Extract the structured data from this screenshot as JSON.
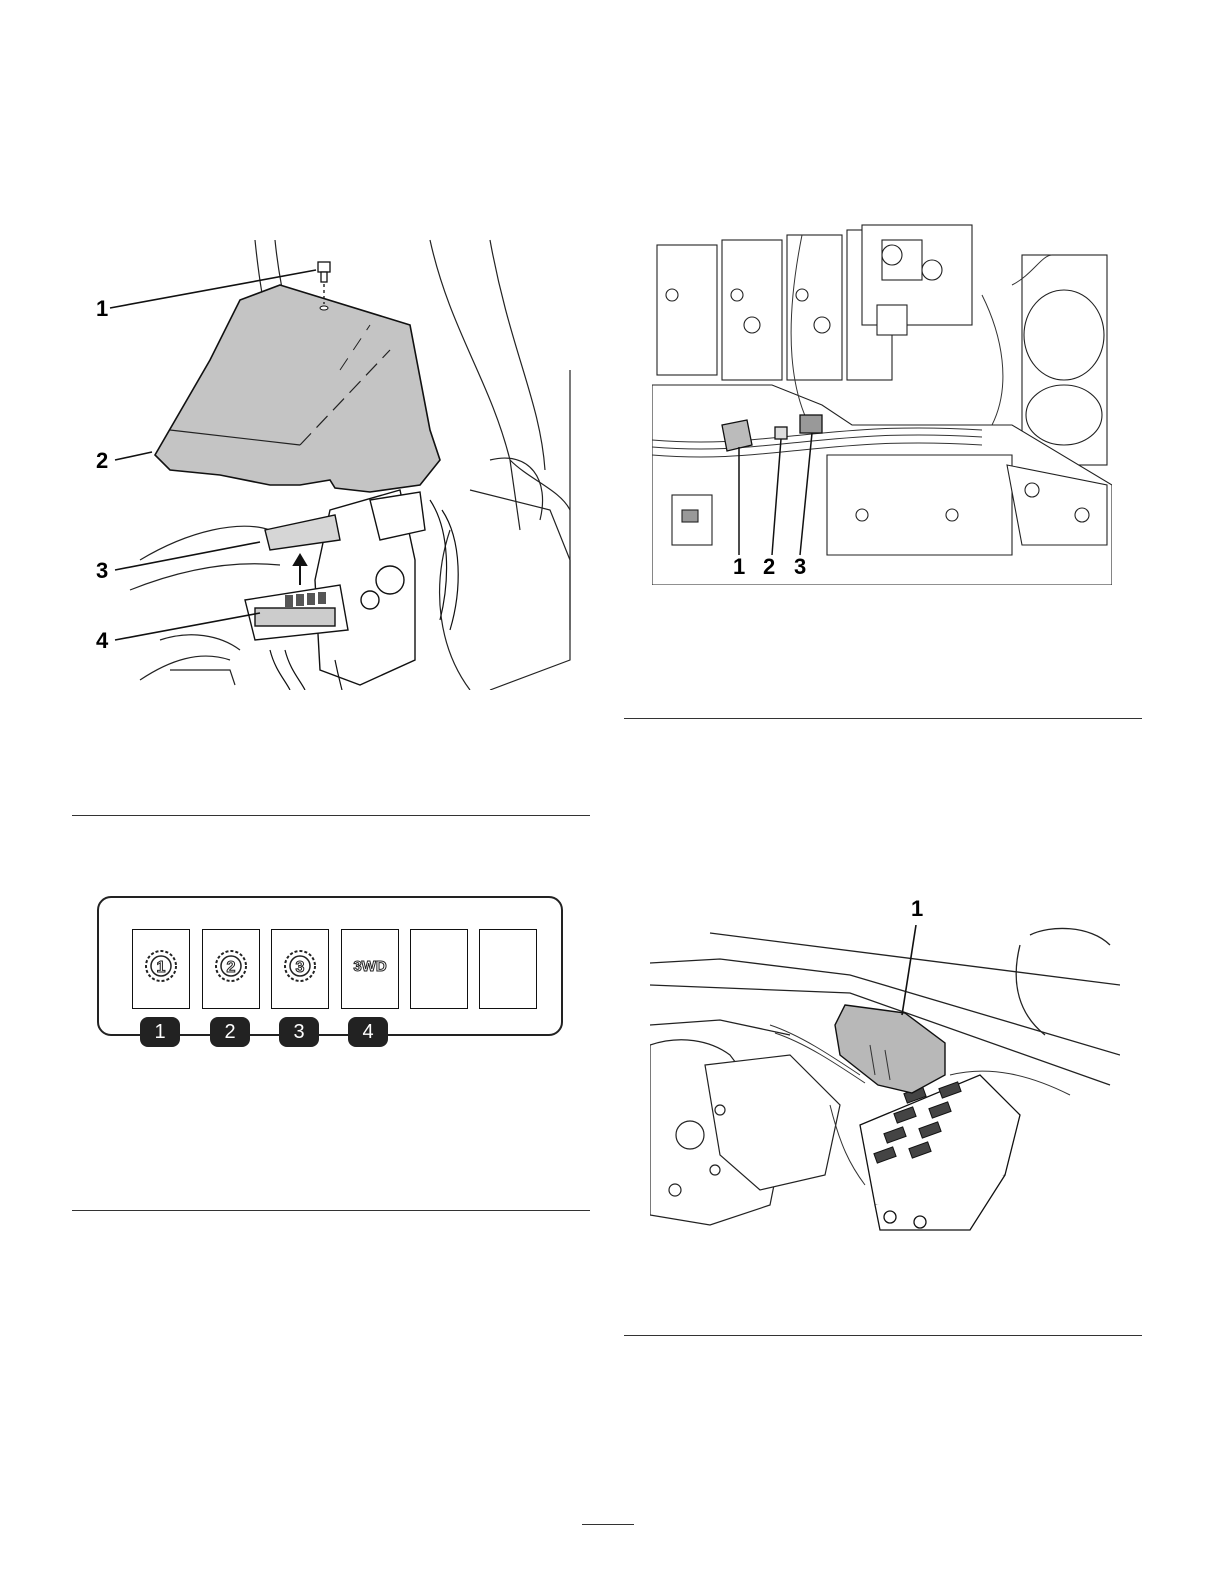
{
  "figure1": {
    "callouts": [
      "1",
      "2",
      "3",
      "4"
    ]
  },
  "figure2": {
    "callouts": [
      "1",
      "2",
      "3"
    ]
  },
  "figure3": {
    "indicator_labels": [
      "1",
      "2",
      "3",
      "3WD"
    ],
    "callouts": [
      "1",
      "2",
      "3",
      "4"
    ]
  },
  "figure4": {
    "callouts": [
      "1"
    ]
  }
}
